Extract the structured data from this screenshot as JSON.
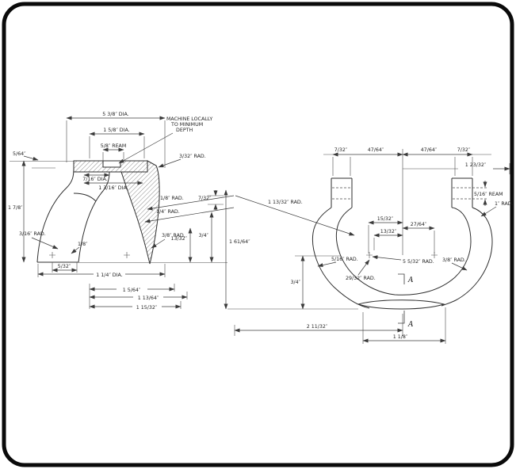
{
  "colors": {
    "ink": "#2e2e2e",
    "paper": "#ffffff",
    "frame": "#0a0a0a"
  },
  "note": {
    "l1": "MACHINE LOCALLY",
    "l2": "TO MINIMUM",
    "l3": "DEPTH"
  },
  "left": {
    "top_dia_outer": "5 3/8″ DIA.",
    "top_dia_mid": "1 5/8″ DIA.",
    "top_ream": "5/8″ REAM",
    "rad_3_32": "3/32″ RAD.",
    "thickness": "5/64″",
    "height": "1 7/8″",
    "rad_3_16": "3/16″ RAD.",
    "inner_dia1": "7/16″ DIA.",
    "inner_dia2": "1 3/16″ DIA.",
    "dim_1_8": "1/8″",
    "dim_5_32": "5/32″",
    "base_dia": "1 1/4″ DIA.",
    "base1": "1 5/64″",
    "base2": "1 13/64″",
    "base3": "1 15/32″"
  },
  "center": {
    "rad_1_8": "1/8″ RAD.",
    "rad_1_4": "1/4″ RAD.",
    "rad_3_8": "3/8″ RAD.",
    "dim_7_32": "7/32″",
    "dim_13_32": "13/32″",
    "dim_3_4": "3/4″",
    "dim_1_61_64": "1 61/64″",
    "rad_1_13_32": "1 13/32″ RAD."
  },
  "right": {
    "top_7_32_l": "7/32″",
    "top_47_64_l": "47/64″",
    "top_47_64_r": "47/64″",
    "top_7_32_r": "7/32″",
    "dim_1_23_32": "1 23/32″",
    "ream": "5/16″ REAM",
    "rad_1": "1″ RAD.",
    "dim_15_32": "15/32″",
    "dim_27_64": "27/64″",
    "dim_13_32": "13/32″",
    "rad_5_5_32": "5 5/32″ RAD.",
    "rad_3_8": "3/8″ RAD.",
    "rad_5_16": "5/16″ RAD.",
    "rad_29_32": "29/32″ RAD.",
    "dim_3_4": "3/4″",
    "dim_2_11_32": "2 11/32″",
    "dim_1_1_8": "1 1/8″",
    "section_a_top": "A",
    "section_a_bottom": "A"
  }
}
